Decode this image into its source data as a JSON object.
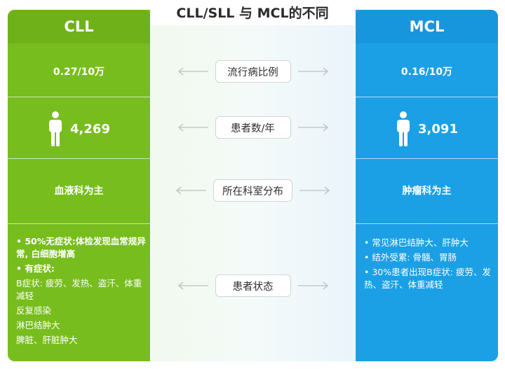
{
  "title": "CLL/SLL 与 MCL的不同",
  "left": {
    "header": "CLL",
    "prevalence": "0.27/10万",
    "patients": "4,269",
    "department": "血液科为主",
    "status_items": [
      {
        "text": "• 50%无症状:体检发现血常规异常, 白细胞增高",
        "bold": true
      },
      {
        "text": "• 有症状:",
        "bold": true
      },
      {
        "text": "B症状: 疲劳、发热、盗汗、体重减轻",
        "bold": false
      },
      {
        "text": "反复感染",
        "bold": false
      },
      {
        "text": "淋巴结肿大",
        "bold": false
      },
      {
        "text": "脾脏、肝脏肿大",
        "bold": false
      }
    ]
  },
  "right": {
    "header": "MCL",
    "prevalence": "0.16/10万",
    "patients": "3,091",
    "department": "肿瘤科为主",
    "status_items": [
      {
        "text": "• 常见淋巴结肿大、肝肿大",
        "bold": false
      },
      {
        "text": "• 结外受累: 骨髓、胃肠",
        "bold": false
      },
      {
        "text": "• 30%患者出现B症状: 疲劳、发热、盗汗、体重减轻",
        "bold": false
      }
    ]
  },
  "center": {
    "labels": [
      "流行病比例",
      "患者数/年",
      "所在科室分布",
      "患者状态"
    ]
  },
  "colors": {
    "left_green": "#78bd1e",
    "right_blue": "#1ba0e6",
    "arrow_gray": "#c7c7c7"
  },
  "icons": {
    "person": "person-icon",
    "arrow_left": "arrow-left-icon",
    "arrow_right": "arrow-right-icon"
  }
}
